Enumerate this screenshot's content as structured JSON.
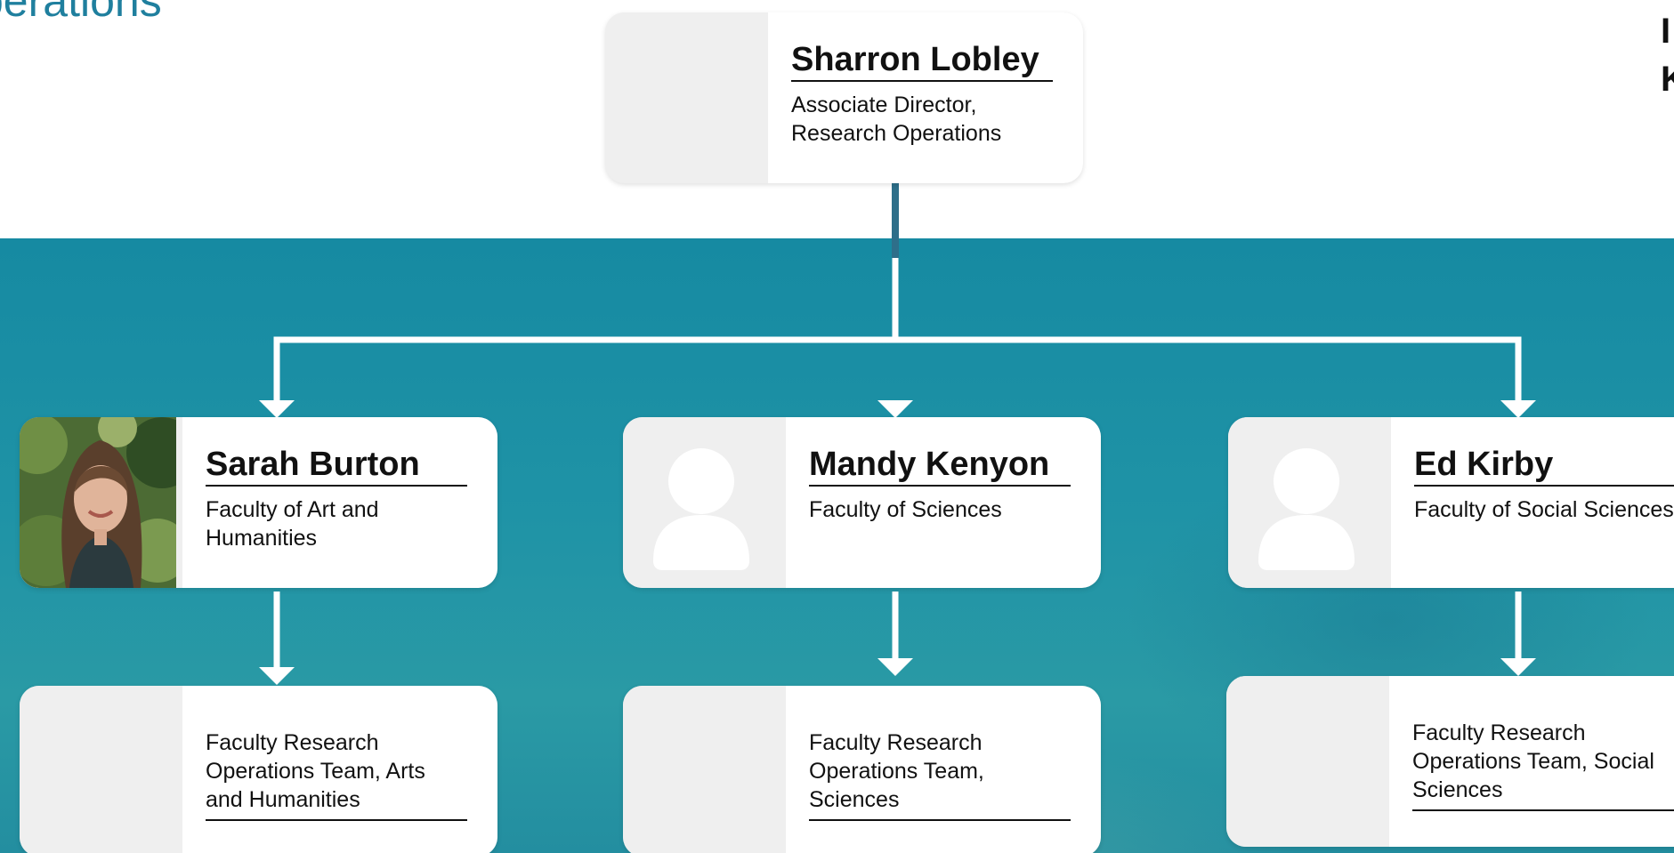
{
  "heading": {
    "partial_text": "perations"
  },
  "edge_text": {
    "line1": "I",
    "line2": "K"
  },
  "colors": {
    "teal_band": "#1a8ea3",
    "connector_top": "#2e6f8a",
    "connector": "#ffffff",
    "heading": "#1f7f9e"
  },
  "root": {
    "name": "Sharron Lobley",
    "role": "Associate Director, Research Operations"
  },
  "managers": [
    {
      "name": "Sarah Burton",
      "role": "Faculty of Art and Humanities",
      "photo": "portrait-photo"
    },
    {
      "name": "Mandy Kenyon",
      "role": "Faculty of Sciences",
      "photo": "person-placeholder-icon"
    },
    {
      "name": "Ed Kirby",
      "role": "Faculty of Social Sciences",
      "photo": "person-placeholder-icon"
    }
  ],
  "teams": [
    {
      "role": "Faculty Research Operations Team, Arts and Humanities"
    },
    {
      "role": "Faculty Research Operations Team, Sciences"
    },
    {
      "role": "Faculty Research Operations Team, Social Sciences"
    }
  ]
}
